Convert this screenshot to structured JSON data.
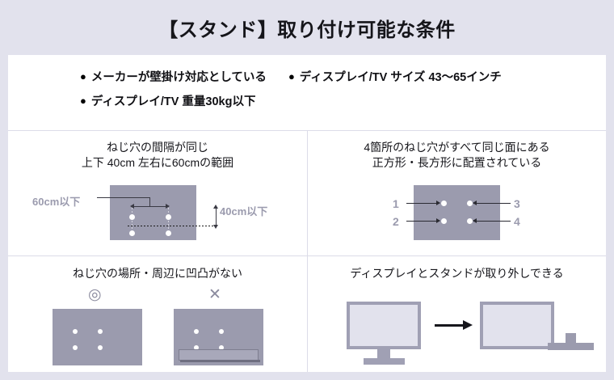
{
  "header": {
    "title": "【スタンド】取り付け可能な条件"
  },
  "conditions": {
    "bullet_glyph": "●",
    "items": [
      "メーカーが壁掛け対応としている",
      "ディスプレイ/TV サイズ 43〜65インチ",
      "ディスプレイ/TV 重量30kg以下"
    ]
  },
  "panels": {
    "spacing": {
      "title_line1": "ねじ穴の間隔が同じ",
      "title_line2": "上下 40cm 左右に60cmの範囲",
      "label_width": "60cm以下",
      "label_height": "40cm以下"
    },
    "same_plane": {
      "title_line1": "4箇所のねじ穴がすべて同じ面にある",
      "title_line2": "正方形・長方形に配置されている",
      "hole_labels": [
        "1",
        "2",
        "3",
        "4"
      ]
    },
    "flat_surface": {
      "title_line1": "ねじ穴の場所・周辺に凹凸がない",
      "ok_mark": "◎",
      "ng_mark": "✕"
    },
    "removable_stand": {
      "title_line1": "ディスプレイとスタンドが取り外しできる",
      "arrow_glyph": "→"
    }
  },
  "colors": {
    "page_background": "#e2e2ed",
    "card_background": "#ffffff",
    "slab_gray": "#9b9bae",
    "divider": "#dcdce8",
    "text_dark": "#15151a",
    "text_gray": "#9b9bae",
    "device_border": "#a0a0b4",
    "screen_fill": "#e2e2ed"
  }
}
